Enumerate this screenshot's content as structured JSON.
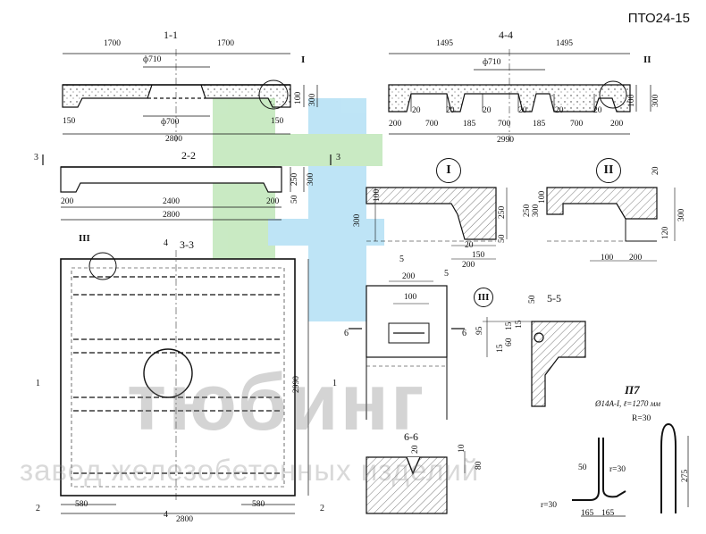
{
  "document": {
    "code": "ПТО24-15"
  },
  "watermark": {
    "brand": "тюбинг",
    "subtitle": "завод железобетонных изделий",
    "logo_colors": [
      "#b7e3b0",
      "#a9dcf3"
    ]
  },
  "section_1_1": {
    "title": "1-1",
    "callout": "I",
    "dims": {
      "left_half": "1700",
      "right_half": "1700",
      "top_hole": "ф710",
      "bottom_hole": "ф700",
      "total": "2800",
      "left_edge": "150",
      "right_edge": "150",
      "h_100": "100",
      "h_300": "300"
    }
  },
  "section_4_4": {
    "title": "4-4",
    "callout": "II",
    "dims": {
      "left_half": "1495",
      "right_half": "1495",
      "top_hole": "ф710",
      "total": "2990",
      "h_100": "100",
      "h_300": "300",
      "bottom": [
        "200",
        "20",
        "700",
        "20",
        "185",
        "20",
        "700",
        "20",
        "185",
        "20",
        "700",
        "20",
        "200"
      ]
    }
  },
  "section_2_2": {
    "title": "2-2",
    "cut_left": "3",
    "cut_right": "3",
    "dims": {
      "left": "200",
      "inner": "2400",
      "right": "200",
      "total": "2800",
      "h_250": "250",
      "h_300": "300",
      "h_50": "50"
    }
  },
  "plan_3_3": {
    "title": "3-3",
    "callout": "III",
    "cut_top": "4",
    "cut_bottom": "4",
    "cut_left_top": "1",
    "cut_right_top": "1",
    "cut_left_bottom": "2",
    "cut_right_bottom": "2",
    "dims": {
      "height": "2990",
      "left": "580",
      "right": "580",
      "total": "2800"
    }
  },
  "detail_I": {
    "label": "I",
    "dims": {
      "top": "100",
      "height": "300",
      "right_h": "250",
      "bottom_a": "20",
      "bottom_b": "150",
      "bottom_c": "200",
      "side_50": "50"
    }
  },
  "detail_II": {
    "label": "II",
    "dims": {
      "top": "20",
      "left_100": "100",
      "left_250": "250",
      "left_300": "300",
      "right_300": "300",
      "right_120": "120",
      "bottom_100": "100",
      "bottom_200": "200"
    }
  },
  "section_5_5": {
    "title": "5-5",
    "callout": "III",
    "dims": {
      "top_50": "50",
      "h_95": "95",
      "h_15a": "15",
      "h_60": "60",
      "h_15b": "15",
      "h_15c": "15"
    }
  },
  "cut_5_plan": {
    "cut_top": "5",
    "cut_bottom": "5",
    "w_200": "200",
    "w_100": "100",
    "cut_6": "6",
    "cut_6b": "6"
  },
  "section_6_6": {
    "title": "6-6",
    "dims": {
      "d_20": "20",
      "d_10": "10",
      "d_80": "80"
    }
  },
  "loop_P7": {
    "title": "П7",
    "spec": "Ø14А-I, ℓ=1270 мм",
    "dims": {
      "r_top": "R=30",
      "r_mid": "r=30",
      "r_left": "r=30",
      "w_50": "50",
      "w_165a": "165",
      "w_165b": "165",
      "h_275": "275"
    }
  }
}
